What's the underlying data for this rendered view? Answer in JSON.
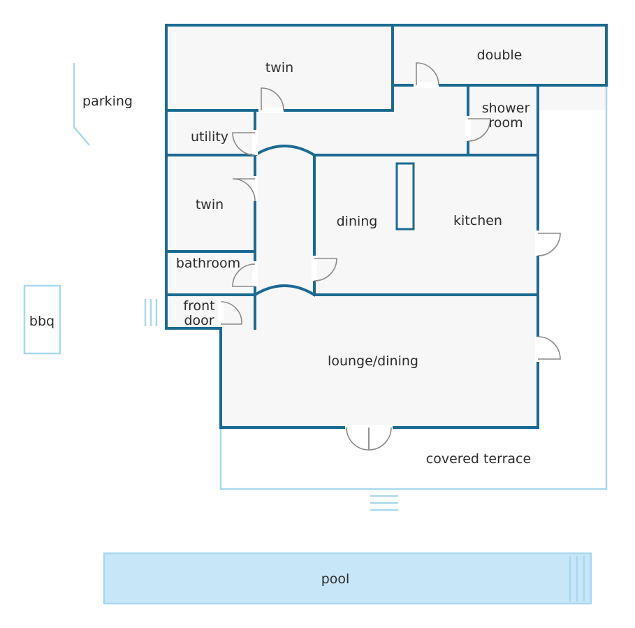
{
  "labels": {
    "twin_top": "twin",
    "double": "double",
    "parking": "parking",
    "shower": [
      "shower",
      "room"
    ],
    "utility": "utility",
    "twin_left": "twin",
    "dining": "dining",
    "kitchen": "kitchen",
    "bathroom": "bathroom",
    "front_door": [
      "front",
      "door"
    ],
    "bbq": "bbq",
    "lounge": "lounge/dining",
    "terrace": "covered terrace",
    "pool": "pool"
  },
  "colors": {
    "wall": "#1b6a93",
    "outline": "#a9d8ee",
    "floor": "#f7f7f7",
    "pool": "#c7e6f8",
    "door": "#8a8a8a"
  }
}
